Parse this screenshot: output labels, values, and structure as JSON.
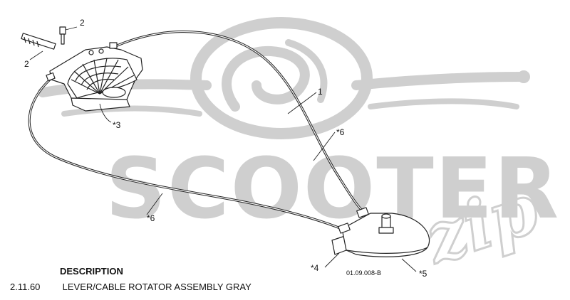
{
  "diagram": {
    "callouts": {
      "c1": "1",
      "c2a": "2",
      "c2b": "2",
      "c3": "*3",
      "c4": "*4",
      "c5": "*5",
      "c6a": "*6",
      "c6b": "*6"
    },
    "drawing_code": "01.09.008-B"
  },
  "description": {
    "header": "DESCRIPTION",
    "row_number": "2.11.60",
    "row_text": "LEVER/CABLE ROTATOR ASSEMBLY GRAY"
  },
  "watermark": {
    "brand_main": "SCOOTER",
    "brand_script": "zip"
  },
  "colors": {
    "line": "#222222",
    "watermark": "#cfcfcf",
    "background": "#ffffff"
  }
}
